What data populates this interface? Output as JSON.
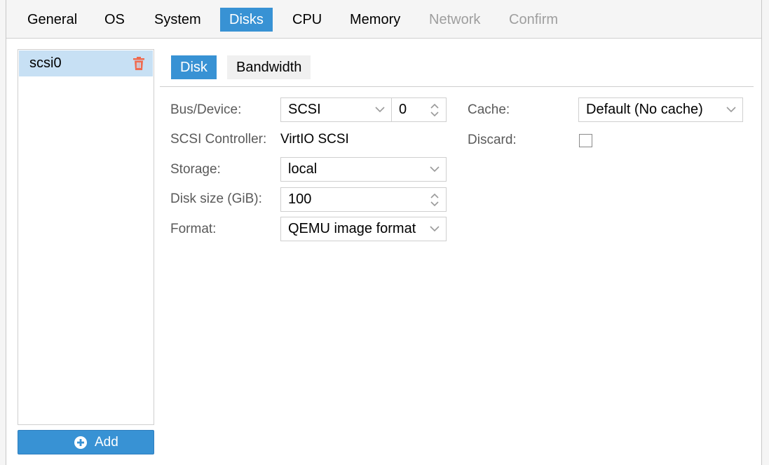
{
  "tabs": [
    {
      "label": "General",
      "state": "normal"
    },
    {
      "label": "OS",
      "state": "normal"
    },
    {
      "label": "System",
      "state": "normal"
    },
    {
      "label": "Disks",
      "state": "active"
    },
    {
      "label": "CPU",
      "state": "normal"
    },
    {
      "label": "Memory",
      "state": "normal"
    },
    {
      "label": "Network",
      "state": "disabled"
    },
    {
      "label": "Confirm",
      "state": "disabled"
    }
  ],
  "disks": {
    "items": [
      {
        "label": "scsi0",
        "selected": true,
        "icon": "trash-icon"
      }
    ],
    "add_label": "Add",
    "add_icon": "plus-circle-icon"
  },
  "subtabs": {
    "disk": "Disk",
    "bandwidth": "Bandwidth",
    "active": "Disk"
  },
  "form": {
    "bus_device": {
      "label": "Bus/Device:",
      "bus": "SCSI",
      "device": "0"
    },
    "scsi_controller": {
      "label": "SCSI Controller:",
      "value": "VirtIO SCSI"
    },
    "storage": {
      "label": "Storage:",
      "value": "local"
    },
    "disk_size": {
      "label": "Disk size (GiB):",
      "value": "100"
    },
    "format": {
      "label": "Format:",
      "value": "QEMU image format"
    },
    "cache": {
      "label": "Cache:",
      "value": "Default (No cache)"
    },
    "discard": {
      "label": "Discard:",
      "checked": false
    }
  },
  "colors": {
    "accent": "#3892d4",
    "selection": "#c7e0f4",
    "delete": "#f06a4f"
  }
}
